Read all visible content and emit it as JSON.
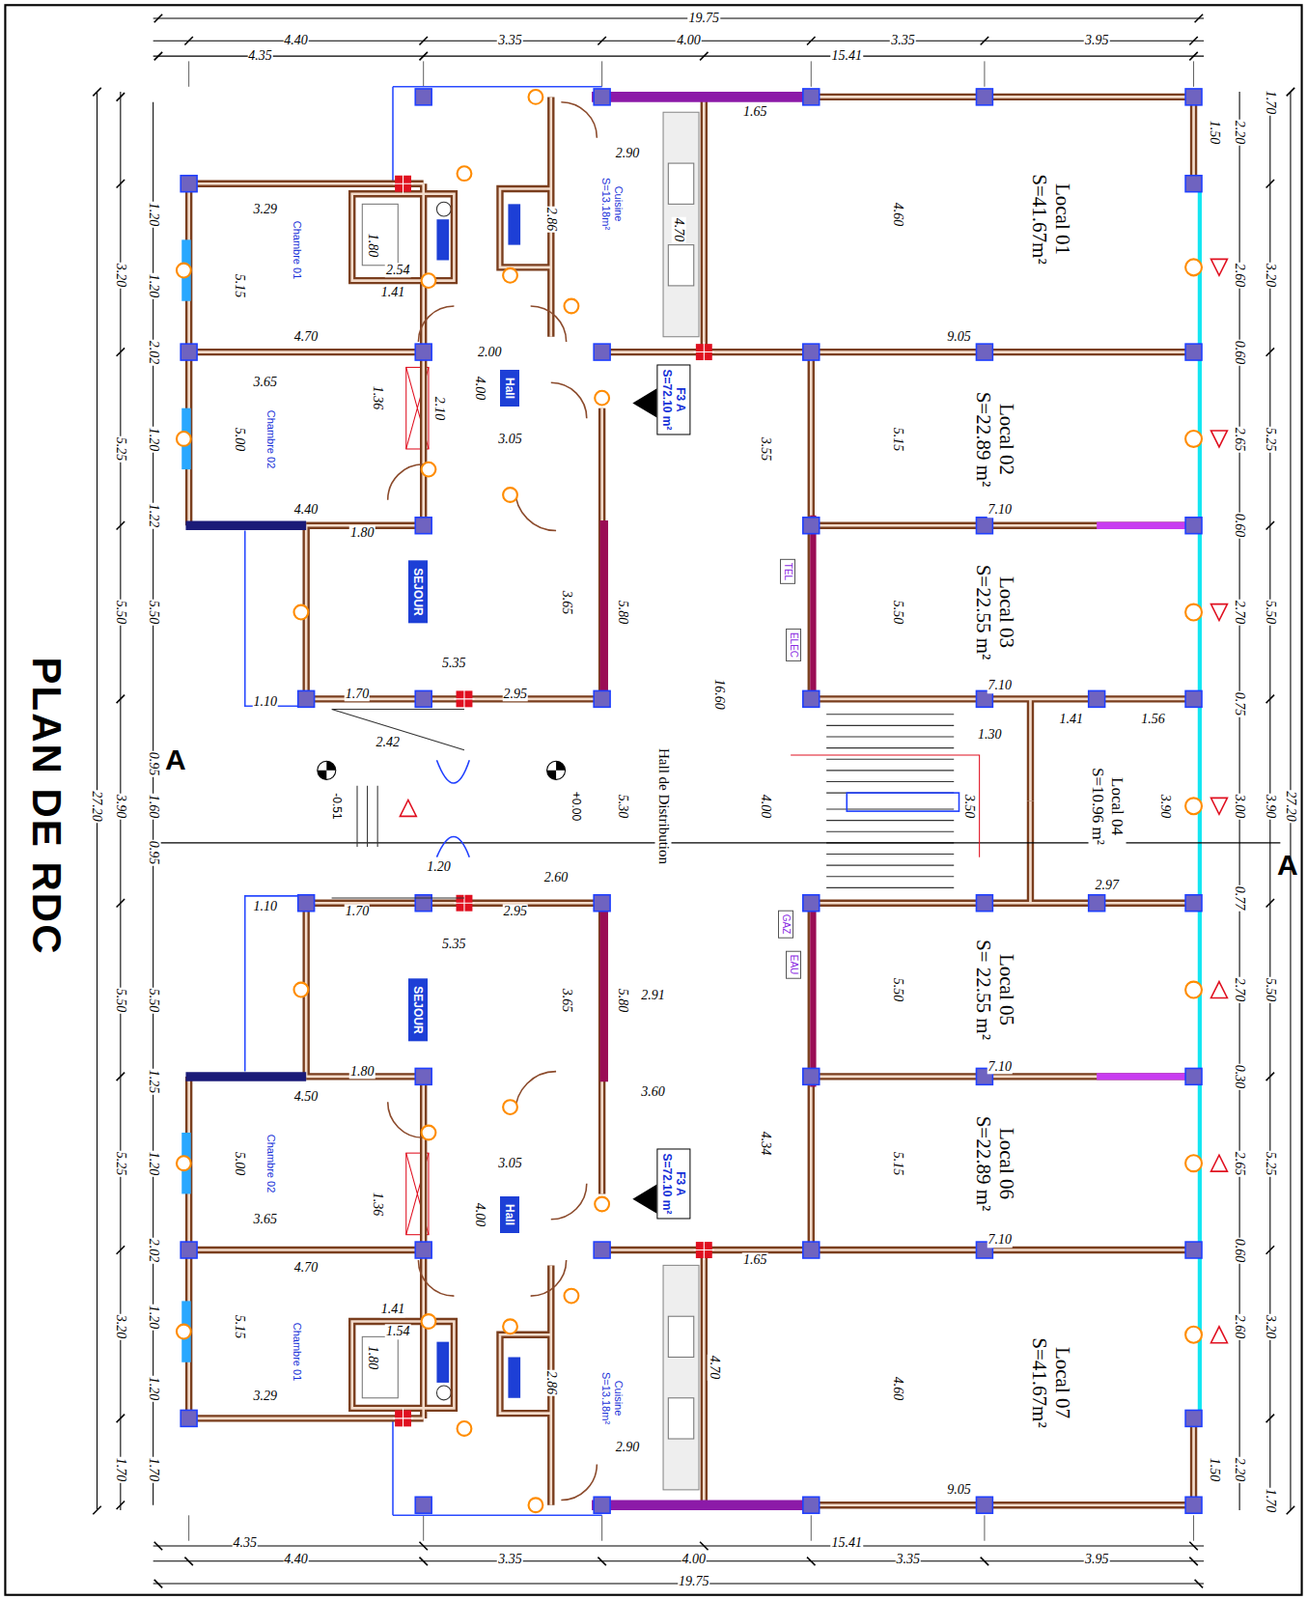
{
  "diagram": {
    "nodes": [
      {
        "text": [
          "Local 01",
          "S=41.67m²"
        ]
      },
      {
        "text": [
          "Local 02",
          "S=22.89 m²"
        ]
      },
      {
        "text": [
          "Local 03",
          "S=22.55 m²"
        ]
      },
      {
        "text": [
          "Local 04",
          "S=10.96 m²"
        ]
      },
      {
        "text": [
          "Local 05",
          "S= 22.55 m²"
        ]
      },
      {
        "text": [
          "Local 06",
          "S=22.89 m²"
        ]
      },
      {
        "text": [
          "Local 07",
          "S=41.67m²"
        ]
      },
      {
        "text": [
          "Cuisine",
          "S=13.18m²"
        ]
      },
      {
        "text": [
          "Cuisine",
          "S=13.18m²"
        ]
      },
      {
        "text": [
          "Chambre 01"
        ]
      },
      {
        "text": [
          "Chambre 02"
        ]
      },
      {
        "text": [
          "Hall"
        ]
      },
      {
        "text": [
          "SEJOUR"
        ]
      },
      {
        "text": [
          "SEJOUR"
        ]
      },
      {
        "text": [
          "Hall"
        ]
      },
      {
        "text": [
          "Chambre 02"
        ]
      },
      {
        "text": [
          "Chambre 01"
        ]
      },
      {
        "text": [
          "Hall de Distribution"
        ]
      },
      {
        "text": [
          "F3 A",
          "S=72.10 m²"
        ],
        "in": 17
      },
      {
        "text": [
          "F3 A",
          "S=72.10 m²"
        ],
        "in": 17
      },
      {
        "text": [
          "TEL"
        ],
        "in": 17
      },
      {
        "text": [
          "ELEC"
        ],
        "in": 17
      },
      {
        "text": [
          "GAZ"
        ],
        "in": 17
      },
      {
        "text": [
          "EAU"
        ],
        "in": 17
      }
    ],
    "labels": [
      "PLAN DE RDC",
      "19.75",
      "4.40",
      "4.35",
      "3.35",
      "4.00",
      "15.41",
      "3.35",
      "3.95",
      "4.35",
      "4.40",
      "3.35",
      "4.00",
      "15.41",
      "3.35",
      "3.95",
      "19.75",
      "27.20",
      "3.20",
      "5.25",
      "5.50",
      "3.90",
      "5.50",
      "5.25",
      "3.20",
      "1.70",
      "1.20",
      "1.20",
      "2.02",
      "1.20",
      "1.22",
      "5.50",
      "0.95",
      "1.60",
      "0.95",
      "5.50",
      "1.25",
      "1.20",
      "2.02",
      "1.20",
      "1.20",
      "1.70",
      "2.20",
      "2.60",
      "0.60",
      "2.65",
      "0.60",
      "2.70",
      "0.75",
      "3.00",
      "0.77",
      "2.70",
      "0.30",
      "2.65",
      "0.60",
      "2.60",
      "2.20",
      "1.70",
      "3.20",
      "5.25",
      "5.50",
      "3.90",
      "5.50",
      "5.25",
      "3.20",
      "1.70",
      "27.20",
      "1.50",
      "1.50",
      "1.65",
      "4.60",
      "9.05",
      "5.15",
      "7.10",
      "5.50",
      "7.10",
      "1.30",
      "1.41",
      "1.56",
      "3.90",
      "2.97",
      "5.50",
      "7.10",
      "5.15",
      "7.10",
      "4.60",
      "9.05",
      "1.65",
      "16.60",
      "3.55",
      "4.00",
      "4.34",
      "2.91",
      "3.60",
      "4.70",
      "4.70",
      "2.90",
      "2.90",
      "2.86",
      "2.86",
      "3.29",
      "5.15",
      "4.70",
      "1.80",
      "2.54",
      "1.41",
      "3.65",
      "5.00",
      "4.40",
      "1.36",
      "2.00",
      "4.00",
      "3.05",
      "2.10",
      "1.80",
      "3.65",
      "5.35",
      "5.80",
      "1.70",
      "2.95",
      "1.10",
      "2.42",
      "1.20",
      "2.60",
      "5.30",
      "1.10",
      "1.70",
      "2.95",
      "5.35",
      "3.65",
      "5.80",
      "1.80",
      "4.50",
      "5.00",
      "3.05",
      "4.00",
      "3.65",
      "1.36",
      "4.70",
      "5.15",
      "3.29",
      "1.80",
      "1.41",
      "1.54",
      "+0.00",
      "-0.51",
      "A",
      "A",
      "3.50"
    ]
  }
}
